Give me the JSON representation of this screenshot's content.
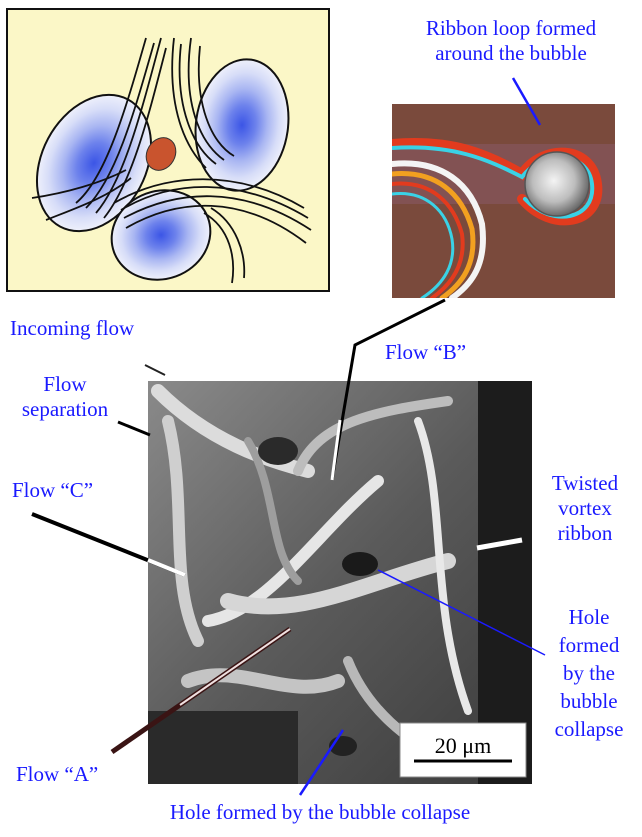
{
  "labels": {
    "ribbon_loop": "Ribbon loop formed around the bubble",
    "ribbon_loop_line1": "Ribbon loop formed",
    "ribbon_loop_line2": "around the bubble",
    "incoming_flow": "Incoming flow",
    "flow_b": "Flow “B”",
    "flow_separation_line1": "Flow",
    "flow_separation_line2": "separation",
    "flow_c": "Flow “C”",
    "twisted_line1": "Twisted",
    "twisted_line2": "vortex",
    "twisted_line3": "ribbon",
    "hole_right_line1": "Hole",
    "hole_right_line2": "formed",
    "hole_right_line3": "by the",
    "hole_right_line4": "bubble",
    "hole_right_line5": "collapse",
    "flow_a": "Flow “A”",
    "hole_bottom": "Hole formed by the bubble collapse",
    "scale_bar": "20 μm"
  },
  "colors": {
    "label_text": "#1a1aff",
    "schematic_bg": "#fbf7c7",
    "bubble_fill": "#c9542e"
  }
}
